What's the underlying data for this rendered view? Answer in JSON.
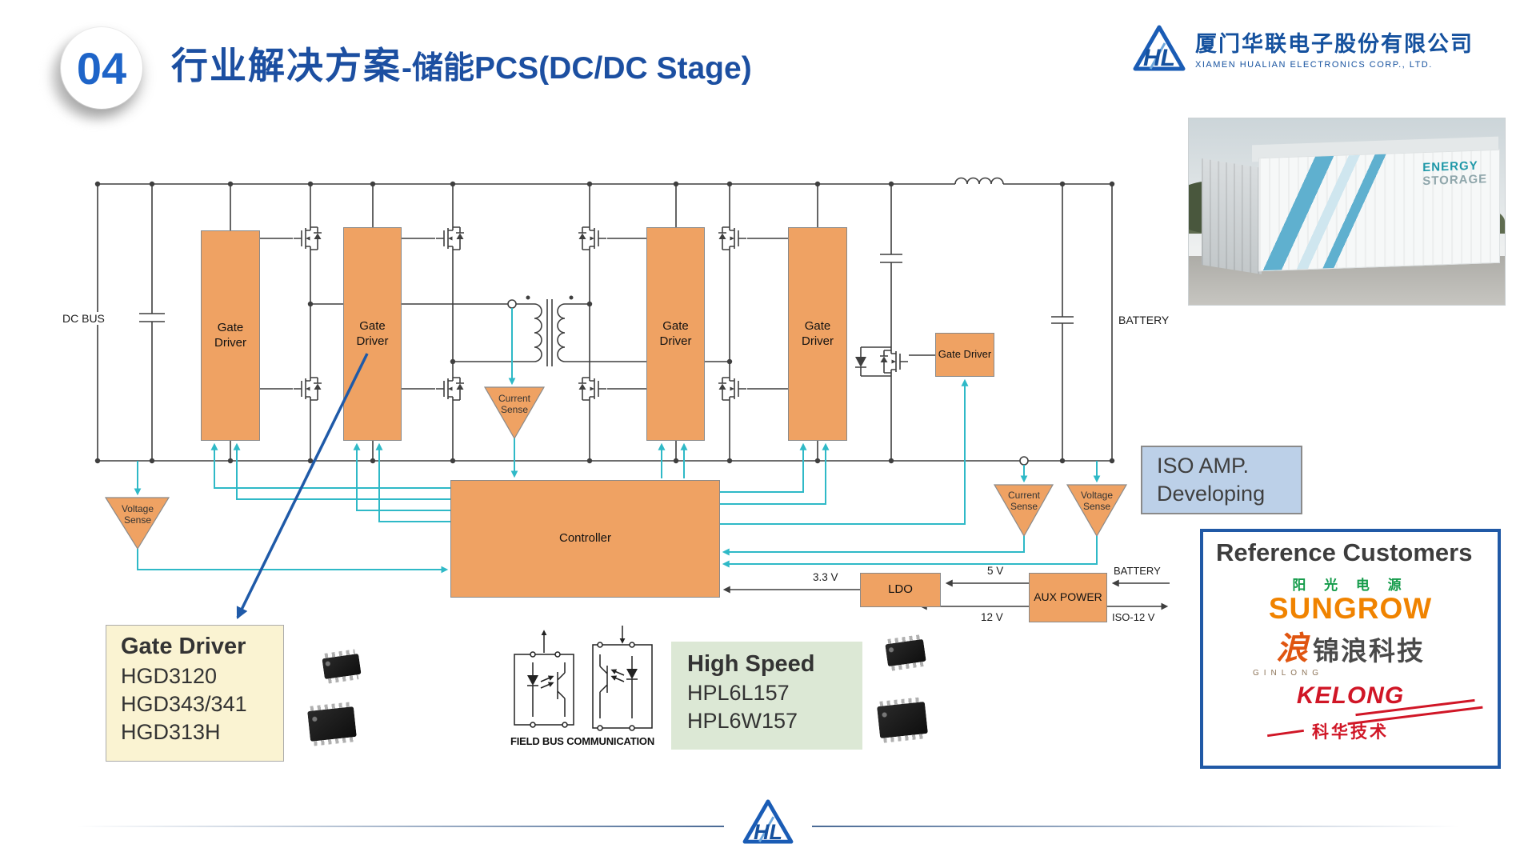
{
  "header": {
    "badge": "04",
    "title_main": "行业解决方案",
    "title_sub": "-储能PCS(DC/DC Stage)"
  },
  "logo": {
    "mark_text": "HL",
    "company_zh": "厦门华联电子股份有限公司",
    "company_en": "XIAMEN HUALIAN ELECTRONICS CORP., LTD."
  },
  "photo": {
    "caption_line1": "ENERGY",
    "caption_line2": "STORAGE"
  },
  "circuit": {
    "labels": {
      "dc_bus": "DC BUS",
      "battery_right": "BATTERY",
      "gate_driver": "Gate Driver",
      "controller": "Controller",
      "current_sense": "Current Sense",
      "voltage_sense": "Voltage Sense",
      "ldo": "LDO",
      "aux_power": "AUX POWER",
      "rail_3v3": "3.3 V",
      "rail_5v": "5 V",
      "rail_12v": "12 V",
      "aux_in_battery": "BATTERY",
      "rail_iso12v": "ISO-12 V"
    }
  },
  "callouts": {
    "iso_amp": {
      "line1": "ISO AMP.",
      "line2": "Developing"
    },
    "gate_driver_box": {
      "title": "Gate Driver",
      "items": [
        "HGD3120",
        "HGD343/341",
        "HGD313H"
      ]
    },
    "high_speed_box": {
      "title": "High Speed",
      "items": [
        "HPL6L157",
        "HPL6W157"
      ]
    },
    "field_bus_label": "FIELD BUS COMMUNICATION"
  },
  "reference": {
    "title": "Reference Customers",
    "sungrow": {
      "zh": "阳 光 电 源",
      "en": "SUNGROW"
    },
    "ginlong": {
      "mark": "浪",
      "zh": "锦浪科技",
      "en": "GINLONG"
    },
    "kelong": {
      "en": "KELONG",
      "zh": "科华技术"
    }
  },
  "colors": {
    "accent_blue": "#1c4fa1",
    "block_orange": "#efa263",
    "wire_cyan": "#2fb9c7",
    "ref_border": "#2059a6"
  }
}
